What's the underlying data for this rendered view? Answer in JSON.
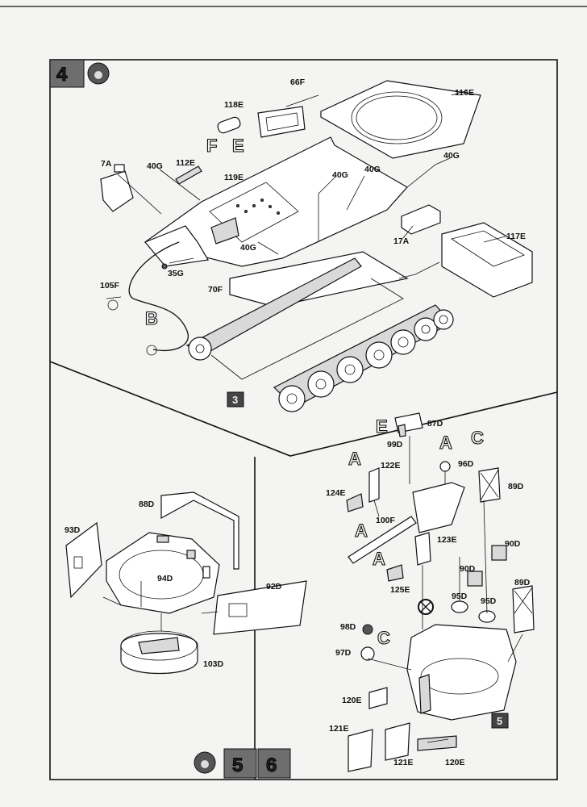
{
  "steps": {
    "step4": "4",
    "step5": "5",
    "step6": "6",
    "badge_sub_a": "3",
    "badge_sub_b": "5"
  },
  "step4_parts": {
    "p66F": "66F",
    "p116E": "116E",
    "p118E": "118E",
    "p40G_a": "40G",
    "p7A": "7A",
    "p40G_b": "40G",
    "p112E": "112E",
    "p119E": "119E",
    "p40G_c": "40G",
    "p40G_d": "40G",
    "p40G_e": "40G",
    "p117E": "117E",
    "p17A": "17A",
    "p35G": "35G",
    "p105F": "105F",
    "p70F": "70F"
  },
  "step5_parts": {
    "p88D": "88D",
    "p93D": "93D",
    "p94D": "94D",
    "p92D": "92D",
    "p103D": "103D"
  },
  "step6_parts": {
    "p87D": "87D",
    "p99D": "99D",
    "p96D": "96D",
    "p122E": "122E",
    "p89D_a": "89D",
    "p124E": "124E",
    "p100F": "100F",
    "p123E": "123E",
    "p90D_a": "90D",
    "p90D_b": "90D",
    "p89D_b": "89D",
    "p125E": "125E",
    "p95D_a": "95D",
    "p95D_b": "95D",
    "p98D": "98D",
    "p97D": "97D",
    "p120E_a": "120E",
    "p121E_a": "121E",
    "p121E_b": "121E",
    "p120E_b": "120E"
  },
  "callouts": {
    "F": "F",
    "E1": "E",
    "B": "B",
    "E2": "E",
    "A1": "A",
    "C1": "C",
    "A2": "A",
    "A3": "A",
    "A4": "A",
    "C2": "C"
  }
}
